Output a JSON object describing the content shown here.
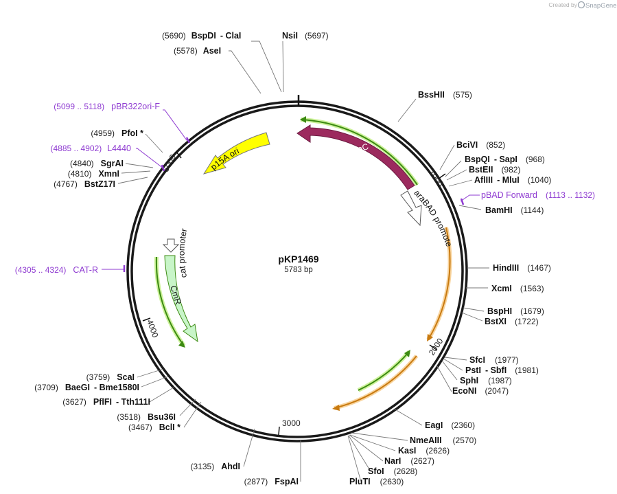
{
  "plasmid": {
    "name": "pKP1469",
    "size": "5783 bp"
  },
  "credit": {
    "prefix": "Created by",
    "brand": "SnapGene"
  },
  "ticks": [
    {
      "label": "1000"
    },
    {
      "label": "2000"
    },
    {
      "label": "3000"
    },
    {
      "label": "4000"
    },
    {
      "label": "5000"
    }
  ],
  "sites": [
    {
      "name": "BspDI",
      "name2": "ClaI",
      "pos": "(5690)"
    },
    {
      "name": "NsiI",
      "pos": "(5697)"
    },
    {
      "name": "AseI",
      "pos": "(5578)"
    },
    {
      "name": "BssHII",
      "pos": "(575)"
    },
    {
      "name": "BciVI",
      "pos": "(852)"
    },
    {
      "name": "BspQI",
      "name2": "SapI",
      "pos": "(968)"
    },
    {
      "name": "BstEII",
      "pos": "(982)"
    },
    {
      "name": "AflIII",
      "name2": "MluI",
      "pos": "(1040)"
    },
    {
      "name": "BamHI",
      "pos": "(1144)"
    },
    {
      "name": "HindIII",
      "pos": "(1467)"
    },
    {
      "name": "XcmI",
      "pos": "(1563)"
    },
    {
      "name": "BspHI",
      "pos": "(1679)"
    },
    {
      "name": "BstXI",
      "pos": "(1722)"
    },
    {
      "name": "SfcI",
      "pos": "(1977)"
    },
    {
      "name": "PstI",
      "name2": "SbfI",
      "pos": "(1981)"
    },
    {
      "name": "SphI",
      "pos": "(1987)"
    },
    {
      "name": "EcoNI",
      "pos": "(2047)"
    },
    {
      "name": "EagI",
      "pos": "(2360)"
    },
    {
      "name": "NmeAIII",
      "pos": "(2570)"
    },
    {
      "name": "KasI",
      "pos": "(2626)"
    },
    {
      "name": "NarI",
      "pos": "(2627)"
    },
    {
      "name": "SfoI",
      "pos": "(2628)"
    },
    {
      "name": "PluTI",
      "pos": "(2630)"
    },
    {
      "name": "FspAI",
      "pos": "(2877)"
    },
    {
      "name": "AhdI",
      "pos": "(3135)"
    },
    {
      "name": "BclI *",
      "pos": "(3467)"
    },
    {
      "name": "Bsu36I",
      "pos": "(3518)"
    },
    {
      "name": "PflFI",
      "name2": "Tth111I",
      "pos": "(3627)"
    },
    {
      "name": "BaeGI",
      "name2": "Bme1580I",
      "pos": "(3709)"
    },
    {
      "name": "ScaI",
      "pos": "(3759)"
    },
    {
      "name": "BstZ17I",
      "pos": "(4767)"
    },
    {
      "name": "XmnI",
      "pos": "(4810)"
    },
    {
      "name": "SgrAI",
      "pos": "(4840)"
    },
    {
      "name": "PfoI *",
      "pos": "(4959)"
    }
  ],
  "primers": [
    {
      "name": "pBR322ori-F",
      "pos": "(5099 .. 5118)"
    },
    {
      "name": "L4440",
      "pos": "(4885 .. 4902)"
    },
    {
      "name": "pBAD Forward",
      "pos": "(1113 .. 1132)"
    },
    {
      "name": "CAT-R",
      "pos": "(4305 .. 4324)"
    }
  ],
  "features": [
    {
      "name": "araC",
      "color": "#9c2a5e",
      "text_color": "#ffffff"
    },
    {
      "name": "araBAD promoter",
      "color": "#ffffff",
      "text_color": "#111111"
    },
    {
      "name": "p15A ori",
      "color": "#ffff00",
      "text_color": "#111111"
    },
    {
      "name": "CmR",
      "color": "#c8f5c8",
      "text_color": "#111111"
    },
    {
      "name": "cat promoter",
      "color": "#ffffff",
      "text_color": "#111111"
    }
  ],
  "colors": {
    "backbone": "#1a1a1a",
    "primer": "#8e3ad1",
    "orf_green": "#3c8a12",
    "orf_orange": "#c87a10"
  }
}
